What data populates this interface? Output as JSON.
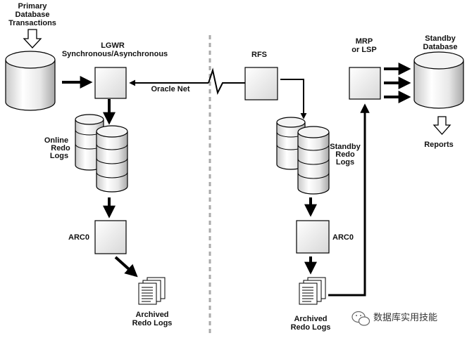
{
  "labels": {
    "primary_db_line1": "Primary",
    "primary_db_line2": "Database",
    "primary_db_line3": "Transactions",
    "lgwr_line1": "LGWR",
    "lgwr_line2": "Synchronous/Asynchronous",
    "oracle_net": "Oracle Net",
    "online_redo_line1": "Online",
    "online_redo_line2": "Redo",
    "online_redo_line3": "Logs",
    "arc0_primary": "ARC0",
    "archived_primary_line1": "Archived",
    "archived_primary_line2": "Redo Logs",
    "rfs": "RFS",
    "standby_redo_line1": "Standby",
    "standby_redo_line2": "Redo",
    "standby_redo_line3": "Logs",
    "arc0_standby": "ARC0",
    "archived_standby_line1": "Archived",
    "archived_standby_line2": "Redo Logs",
    "mrp_line1": "MRP",
    "mrp_line2": "or LSP",
    "standby_db_line1": "Standby",
    "standby_db_line2": "Database",
    "reports": "Reports"
  },
  "watermark": {
    "text": "数据库实用技能",
    "icon": "wechat-icon"
  }
}
